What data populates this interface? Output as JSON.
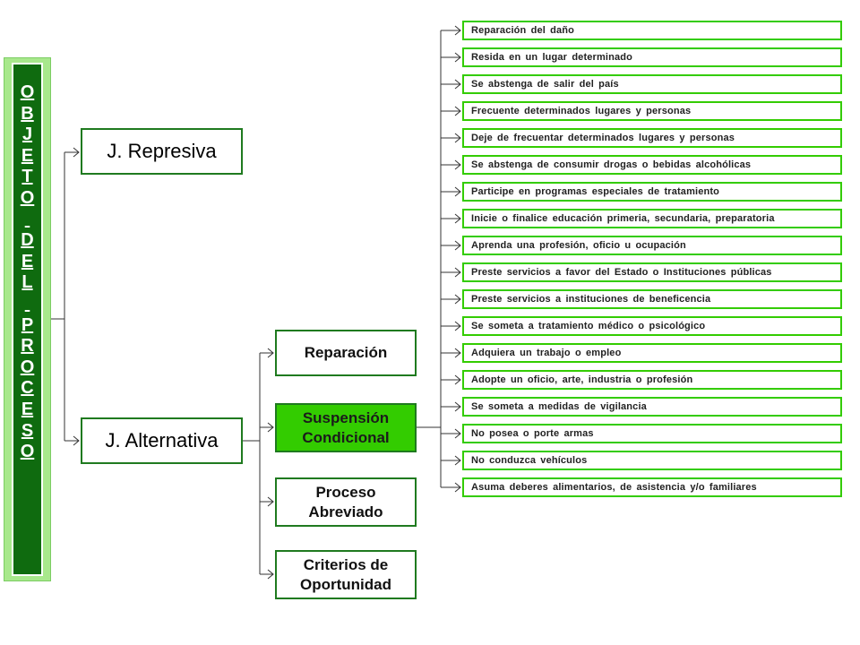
{
  "root": {
    "letters": [
      "O",
      "B",
      "J",
      "E",
      "T",
      "O",
      "",
      "D",
      "E",
      "L",
      "",
      "P",
      "R",
      "O",
      "C",
      "E",
      "S",
      "O"
    ]
  },
  "branches": {
    "represiva": "J. Represiva",
    "alternativa": "J. Alternativa"
  },
  "alternatives": {
    "reparacion": "Reparación",
    "suspension": "Suspensión Condicional",
    "proceso": "Proceso Abreviado",
    "criterios": "Criterios de Oportunidad"
  },
  "conditions": [
    "Reparación   del daño",
    "Resida en un lugar determinado",
    "Se abstenga de salir del país",
    "Frecuente determinados lugares y personas",
    "Deje de frecuentar determinados lugares y personas",
    "Se abstenga de consumir drogas o bebidas alcohólicas",
    "Participe en programas especiales de tratamiento",
    "Inicie o finalice educación primeria, secundaria, preparatoria",
    "Aprenda una profesión, oficio u ocupación",
    "Preste servicios a favor del Estado o Instituciones públicas",
    "Preste servicios a instituciones de beneficencia",
    "Se someta a tratamiento médico o psicológico",
    "Adquiera un trabajo o empleo",
    "Adopte un oficio, arte, industria o profesión",
    "Se someta a medidas de vigilancia",
    "No posea o porte armas",
    "No conduzca vehículos",
    "Asuma deberes alimentarios, de asistencia y/o familiares"
  ],
  "colors": {
    "root_fill": "#0f6b0f",
    "root_border": "#a8e88c",
    "box_border": "#1f7a1f",
    "selected_fill": "#33cc00",
    "condition_border": "#33cc00"
  }
}
